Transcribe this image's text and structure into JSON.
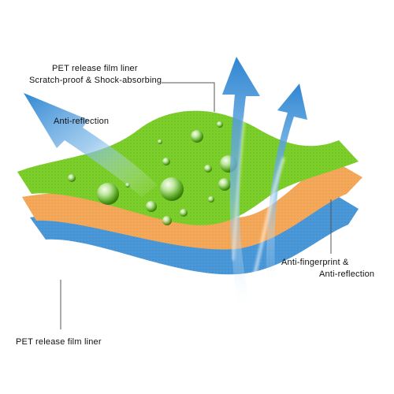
{
  "labels": {
    "top_liner": "PET release film liner",
    "top_liner_note": "Scratch-proof & Shock-absorbing",
    "anti_reflection": "Anti-reflection",
    "anti_fingerprint_line1": "Anti-fingerprint &",
    "anti_fingerprint_line2": "Anti-reflection",
    "bottom_liner": "PET release film liner"
  },
  "layers": [
    {
      "name": "green-layer",
      "color": "#7ccf2b"
    },
    {
      "name": "orange-layer",
      "color": "#f4a95a"
    },
    {
      "name": "blue-layer",
      "color": "#4a98d8"
    }
  ],
  "colors": {
    "arrow": "#3a8fd6",
    "leader_line": "#555555"
  }
}
